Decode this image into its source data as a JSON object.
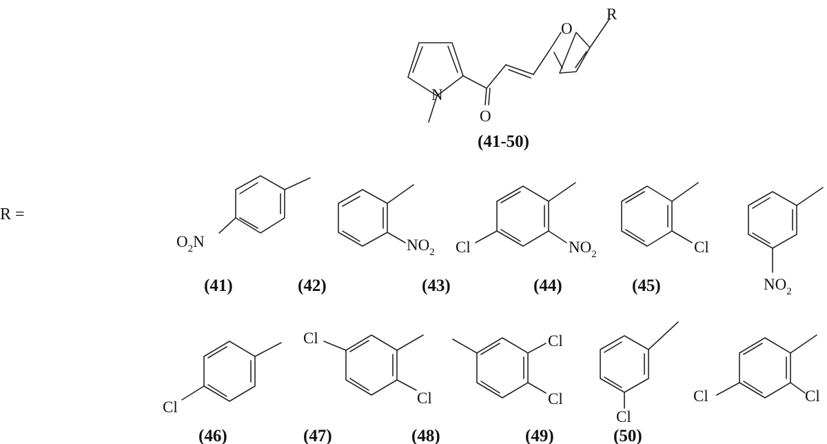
{
  "scaffold": {
    "name": "pyrrolyl-furyl enone scaffold",
    "atoms": {
      "ring_o": "O",
      "ring_n": "N",
      "carbonyl_o": "O",
      "substituent": "R"
    },
    "label": "(41-50)"
  },
  "r_prefix": "R =",
  "substituents": [
    {
      "id": "41",
      "label": "(41)",
      "groups": [
        {
          "text": "O",
          "sub": "2",
          "after": "N"
        }
      ]
    },
    {
      "id": "42",
      "label": "(42)",
      "groups": [
        {
          "text": "NO",
          "sub": "2"
        }
      ]
    },
    {
      "id": "43",
      "label": "(43)",
      "groups": [
        {
          "text": "Cl"
        },
        {
          "text": "NO",
          "sub": "2"
        }
      ]
    },
    {
      "id": "44",
      "label": "(44)",
      "groups": [
        {
          "text": "Cl"
        }
      ]
    },
    {
      "id": "45",
      "label": "(45)",
      "groups": [
        {
          "text": "NO",
          "sub": "2"
        }
      ]
    },
    {
      "id": "46",
      "label": "(46)",
      "groups": [
        {
          "text": "Cl"
        }
      ]
    },
    {
      "id": "47",
      "label": "(47)",
      "groups": [
        {
          "text": "Cl"
        },
        {
          "text": "Cl"
        }
      ]
    },
    {
      "id": "48",
      "label": "(48)",
      "groups": [
        {
          "text": "Cl"
        },
        {
          "text": "Cl"
        }
      ]
    },
    {
      "id": "49",
      "label": "(49)",
      "groups": [
        {
          "text": "Cl"
        }
      ]
    },
    {
      "id": "50",
      "label": "(50)",
      "groups": [
        {
          "text": "Cl"
        },
        {
          "text": "Cl"
        }
      ]
    }
  ]
}
